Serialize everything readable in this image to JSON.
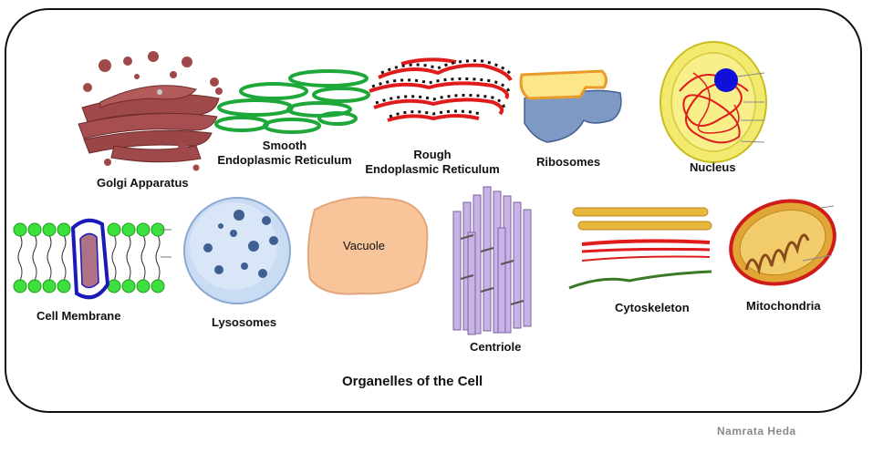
{
  "diagram": {
    "title": "Organelles of the Cell",
    "credit": "Namrata Heda",
    "organelles": {
      "golgi": "Golgi Apparatus",
      "smooth_er_line1": "Smooth",
      "smooth_er_line2": "Endoplasmic Reticulum",
      "rough_er_line1": "Rough",
      "rough_er_line2": "Endoplasmic Reticulum",
      "ribosomes": "Ribosomes",
      "nucleus": "Nucleus",
      "cell_membrane": "Cell Membrane",
      "lysosomes": "Lysosomes",
      "vacuole": "Vacuole",
      "centriole": "Centriole",
      "cytoskeleton": "Cytoskeleton",
      "mitochondria": "Mitochondria"
    },
    "colors": {
      "golgi": "#a0494a",
      "smooth_er": "#1fa83a",
      "rough_er": "#e01b1b",
      "ribosome_yellow": "#fde58a",
      "ribosome_orange": "#e89a2a",
      "ribosome_blue": "#7d99c4",
      "nucleus_yellow": "#f2ea6e",
      "nucleolus": "#1010d8",
      "membrane_green": "#3ee03e",
      "protein_blue": "#1a1ab8",
      "lysosome": "#c9dcf3",
      "vacuole": "#f8c59b",
      "centriole": "#c9b3e6",
      "cytoskeleton_tube": "#e6b73a",
      "mitochondria": "#e2a636"
    }
  }
}
